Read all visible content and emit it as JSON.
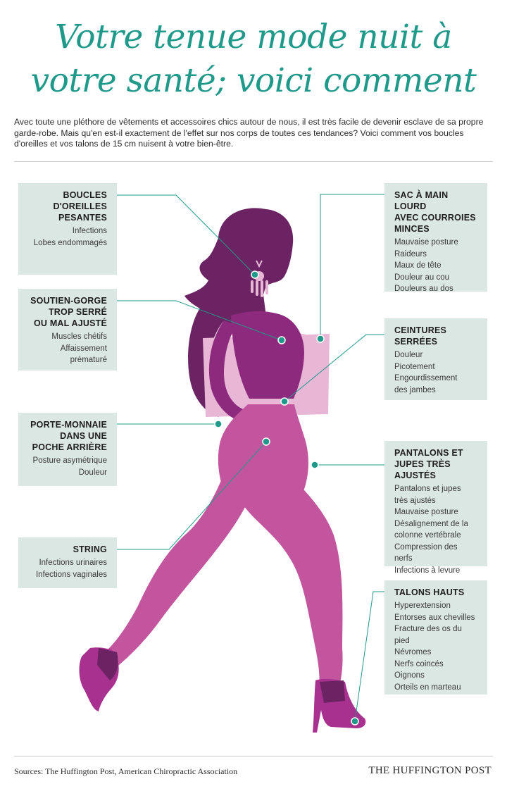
{
  "title": {
    "line1": "Votre tenue mode nuit à",
    "line2": "votre santé; voici comment"
  },
  "intro": "Avec toute une pléthore de vêtements et accessoires chics autour de nous, il est très facile de devenir esclave de sa propre garde-robe. Mais qu'en est-il exactement de l'effet sur nos corps de toutes ces tendances? Voici comment vos boucles d'oreilles et vos talons de 15 cm nuisent à votre bien-être.",
  "colors": {
    "accent": "#1f9a8a",
    "box": "#dbe7e2",
    "hair": "#6b2364",
    "torso": "#8e2a7e",
    "legs": "#c2559e",
    "bag": "#e8b7d6",
    "shoe": "#a8308e",
    "dot": "#1f9a8a"
  },
  "callouts": {
    "earrings": {
      "title": [
        "BOUCLES",
        "D'OREILLES",
        "PESANTES"
      ],
      "items": [
        [
          "Infections"
        ],
        [
          "Lobes endommagés"
        ]
      ]
    },
    "bra": {
      "title": [
        "SOUTIEN-GORGE",
        "TROP SERRÉ",
        "OU MAL AJUSTÉ"
      ],
      "items": [
        [
          "Muscles chétifs"
        ],
        [
          "Affaissement",
          "prématuré"
        ]
      ]
    },
    "wallet": {
      "title": [
        "PORTE-MONNAIE",
        "DANS UNE",
        "POCHE ARRIÈRE"
      ],
      "items": [
        [
          "Posture asymétrique"
        ],
        [
          "Douleur"
        ]
      ]
    },
    "string": {
      "title": [
        "STRING"
      ],
      "items": [
        [
          "Infections urinaires"
        ],
        [
          "Infections vaginales"
        ]
      ]
    },
    "bag": {
      "title": [
        "SAC À MAIN LOURD",
        "AVEC COURROIES",
        "MINCES"
      ],
      "items": [
        [
          "Mauvaise posture"
        ],
        [
          "Raideurs"
        ],
        [
          "Maux de tête"
        ],
        [
          "Douleur au cou"
        ],
        [
          "Douleurs au dos"
        ]
      ]
    },
    "belts": {
      "title": [
        "CEINTURES",
        "SERRÉES"
      ],
      "items": [
        [
          "Douleur"
        ],
        [
          "Picotement"
        ],
        [
          "Engourdissement",
          "des jambes"
        ]
      ]
    },
    "pants": {
      "title": [
        "PANTALONS ET",
        "JUPES TRÈS",
        "AJUSTÉS"
      ],
      "items": [
        [
          "Pantalons et jupes",
          "très ajustés"
        ],
        [
          "Mauvaise posture"
        ],
        [
          "Désalignement de la",
          "colonne vertébrale"
        ],
        [
          "Compression des nerfs"
        ],
        [
          "Infections à levure"
        ]
      ]
    },
    "heels": {
      "title": [
        "TALONS HAUTS"
      ],
      "items": [
        [
          "Hyperextension"
        ],
        [
          "Entorses aux chevilles"
        ],
        [
          "Fracture des os du pied"
        ],
        [
          "Névromes"
        ],
        [
          "Nerfs coincés"
        ],
        [
          "Oignons"
        ],
        [
          "Orteils en marteau"
        ]
      ]
    }
  },
  "footer": {
    "source": "Sources: The Huffington Post, American Chiropractic Association",
    "brand": "THE HUFFINGTON POST"
  }
}
